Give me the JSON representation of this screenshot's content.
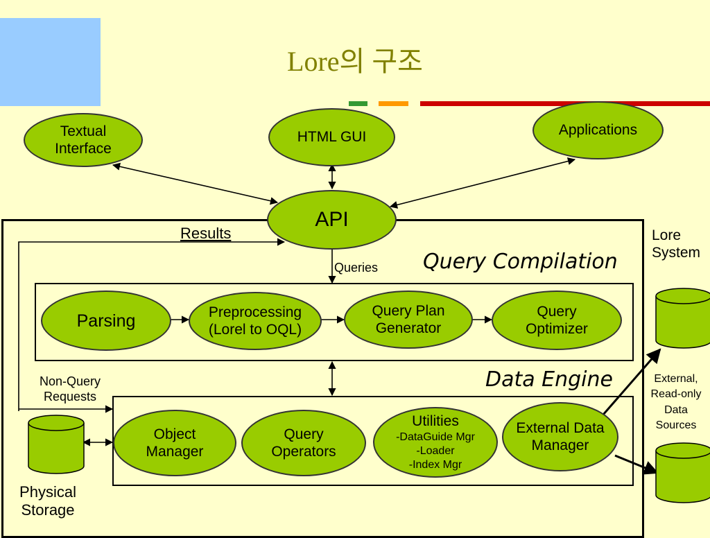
{
  "title": "Lore의 구조",
  "nodes": {
    "textual_interface": "Textual\nInterface",
    "html_gui": "HTML GUI",
    "applications": "Applications",
    "api": "API",
    "parsing": "Parsing",
    "preprocessing": "Preprocessing\n(Lorel to OQL)",
    "query_plan_generator": "Query Plan\nGenerator",
    "query_optimizer": "Query\nOptimizer",
    "object_manager": "Object\nManager",
    "query_operators": "Query\nOperators",
    "utilities_title": "Utilities",
    "utilities_items": "-DataGuide Mgr\n-Loader\n-Index Mgr",
    "external_data_manager": "External Data\nManager"
  },
  "labels": {
    "results": "Results",
    "queries": "Queries",
    "query_compilation": "Query Compilation",
    "data_engine": "Data Engine",
    "non_query_requests": "Non-Query\nRequests",
    "lore_system": "Lore\nSystem",
    "external_sources": "External,\nRead-only\nData\nSources",
    "physical_storage": "Physical\nStorage"
  },
  "colors": {
    "background": "#ffffcc",
    "node_fill": "#99cc00",
    "title": "#808000",
    "deco_square": "#99ccff",
    "bar_green": "#339933",
    "bar_orange": "#ff9900",
    "bar_red": "#cc0000"
  }
}
